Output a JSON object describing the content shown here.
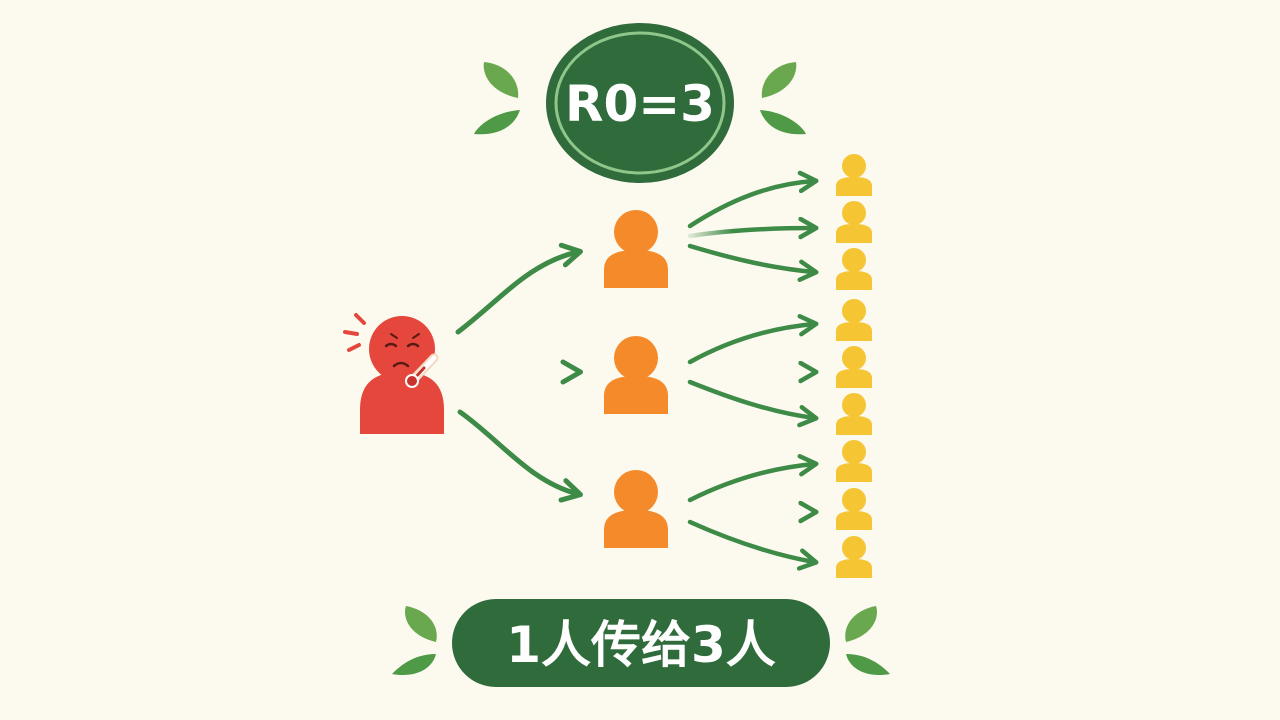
{
  "title_badge": {
    "text": "R0=3"
  },
  "caption_badge": {
    "text": "1人传给3人"
  },
  "colors": {
    "background": "#fcf9ef",
    "badge_green": "#2f6b3b",
    "arrow_green": "#3e8a47",
    "leaf_green": "#6aa84f",
    "patient_red": "#e5473c",
    "first_gen_orange": "#f58a2a",
    "second_gen_yellow": "#f5c534"
  },
  "diagram": {
    "infected_source": {
      "label": "sick-person-with-thermometer",
      "icon": "sick-person-icon"
    },
    "first_generation": [
      {
        "icon": "person-icon"
      },
      {
        "icon": "person-icon"
      },
      {
        "icon": "person-icon"
      }
    ],
    "second_generation_per_case": 3,
    "second_generation_count": 9
  }
}
